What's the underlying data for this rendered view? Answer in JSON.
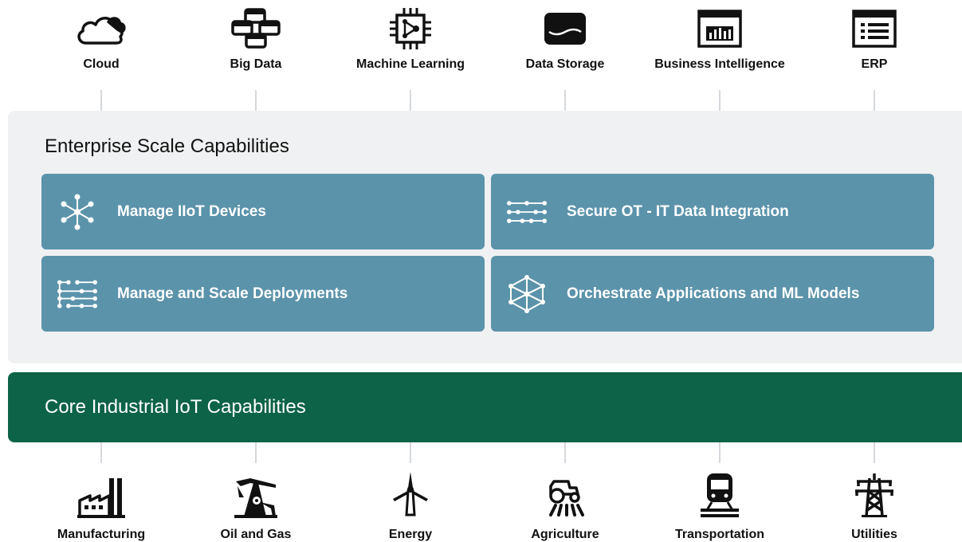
{
  "integrations": [
    {
      "label": "Cloud",
      "icon": "cloud-icon"
    },
    {
      "label": "Big Data",
      "icon": "database-cluster-icon"
    },
    {
      "label": "Machine Learning",
      "icon": "chip-icon"
    },
    {
      "label": "Data Storage",
      "icon": "storage-drum-icon"
    },
    {
      "label": "Business Intelligence",
      "icon": "bar-chart-window-icon"
    },
    {
      "label": "ERP",
      "icon": "list-window-icon"
    }
  ],
  "enterprise": {
    "title": "Enterprise Scale Capabilities",
    "cards": [
      {
        "label": "Manage IIoT Devices",
        "icon": "device-network-icon"
      },
      {
        "label": "Secure OT - IT Data Integration",
        "icon": "data-lines-icon"
      },
      {
        "label": "Manage and Scale Deployments",
        "icon": "deployment-grid-icon"
      },
      {
        "label": "Orchestrate Applications and ML Models",
        "icon": "mesh-icon"
      }
    ]
  },
  "core": {
    "title": "Core Industrial IoT Capabilities"
  },
  "industries": [
    {
      "label": "Manufacturing",
      "icon": "factory-icon"
    },
    {
      "label": "Oil and Gas",
      "icon": "pumpjack-icon"
    },
    {
      "label": "Energy",
      "icon": "wind-turbine-icon"
    },
    {
      "label": "Agriculture",
      "icon": "tractor-icon"
    },
    {
      "label": "Transportation",
      "icon": "train-icon"
    },
    {
      "label": "Utilities",
      "icon": "power-tower-icon"
    }
  ],
  "colors": {
    "card": "#5b93ab",
    "core": "#0c6347",
    "panel": "#f0f1f2",
    "connector": "#d5d8dc"
  }
}
